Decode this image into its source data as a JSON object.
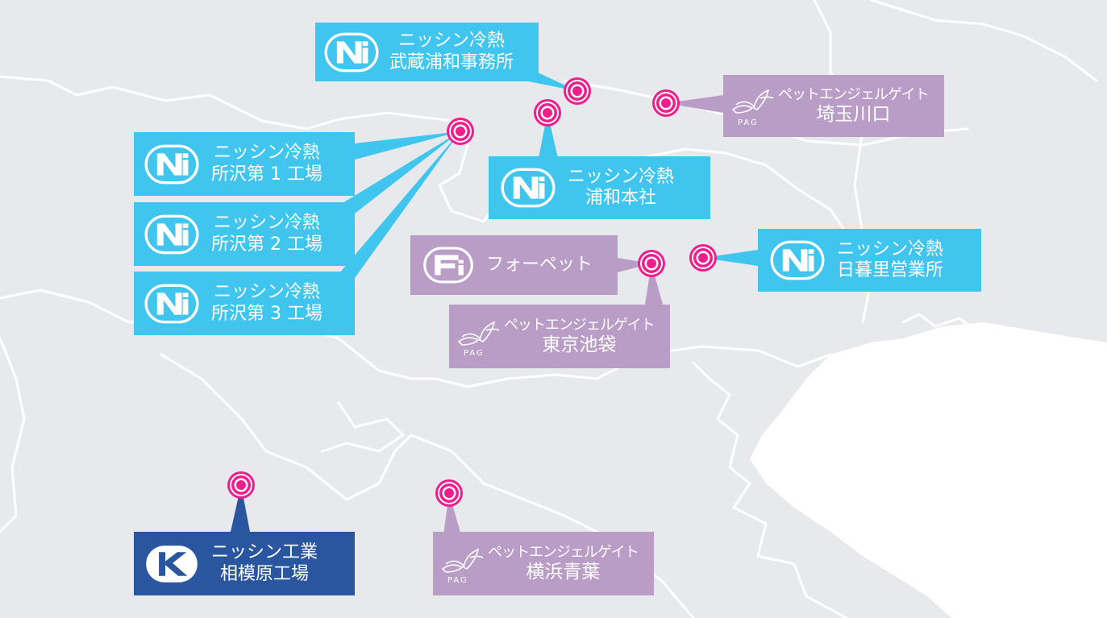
{
  "colors": {
    "land": "#e8e9ed",
    "water": "#ffffff",
    "border": "#ffffff",
    "nissin_reinetsu": "#3fc5ee",
    "pet_angel_gate": "#b99dc6",
    "nissin_kogyo": "#2a559f",
    "marker_ring": "#ee1e8c"
  },
  "icons": {
    "nissin_reinetsu": "N-logo-icon",
    "nissin_kogyo": "K-logo-icon",
    "forpet": "F-logo-icon",
    "pet_angel_gate": "angel-wings-icon"
  },
  "locations": [
    {
      "id": "musashi-urawa",
      "company": "ニッシン冷熱",
      "site": "武蔵浦和事務所"
    },
    {
      "id": "tokorozawa-1",
      "company": "ニッシン冷熱",
      "site": "所沢第 1 工場"
    },
    {
      "id": "tokorozawa-2",
      "company": "ニッシン冷熱",
      "site": "所沢第 2 工場"
    },
    {
      "id": "tokorozawa-3",
      "company": "ニッシン冷熱",
      "site": "所沢第 3 工場"
    },
    {
      "id": "urawa-honsha",
      "company": "ニッシン冷熱",
      "site": "浦和本社"
    },
    {
      "id": "nippori",
      "company": "ニッシン冷熱",
      "site": "日暮里営業所"
    },
    {
      "id": "pag-saitama",
      "company": "ペットエンジェルゲイト",
      "site": "埼玉川口",
      "mark": "PAG"
    },
    {
      "id": "forpet",
      "company": "フォーペット"
    },
    {
      "id": "pag-ikebukuro",
      "company": "ペットエンジェルゲイト",
      "site": "東京池袋",
      "mark": "PAG"
    },
    {
      "id": "sagamihara",
      "company": "ニッシン工業",
      "site": "相模原工場"
    },
    {
      "id": "pag-yokohama",
      "company": "ペットエンジェルゲイト",
      "site": "横浜青葉",
      "mark": "PAG"
    }
  ]
}
